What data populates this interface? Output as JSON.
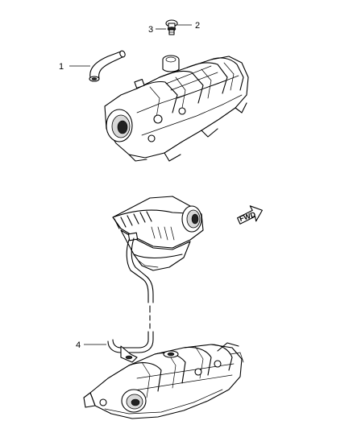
{
  "callouts": [
    {
      "id": "1",
      "label": "1"
    },
    {
      "id": "2",
      "label": "2"
    },
    {
      "id": "3",
      "label": "3"
    },
    {
      "id": "4",
      "label": "4"
    }
  ],
  "fwd_arrow": {
    "label": "FWD"
  }
}
